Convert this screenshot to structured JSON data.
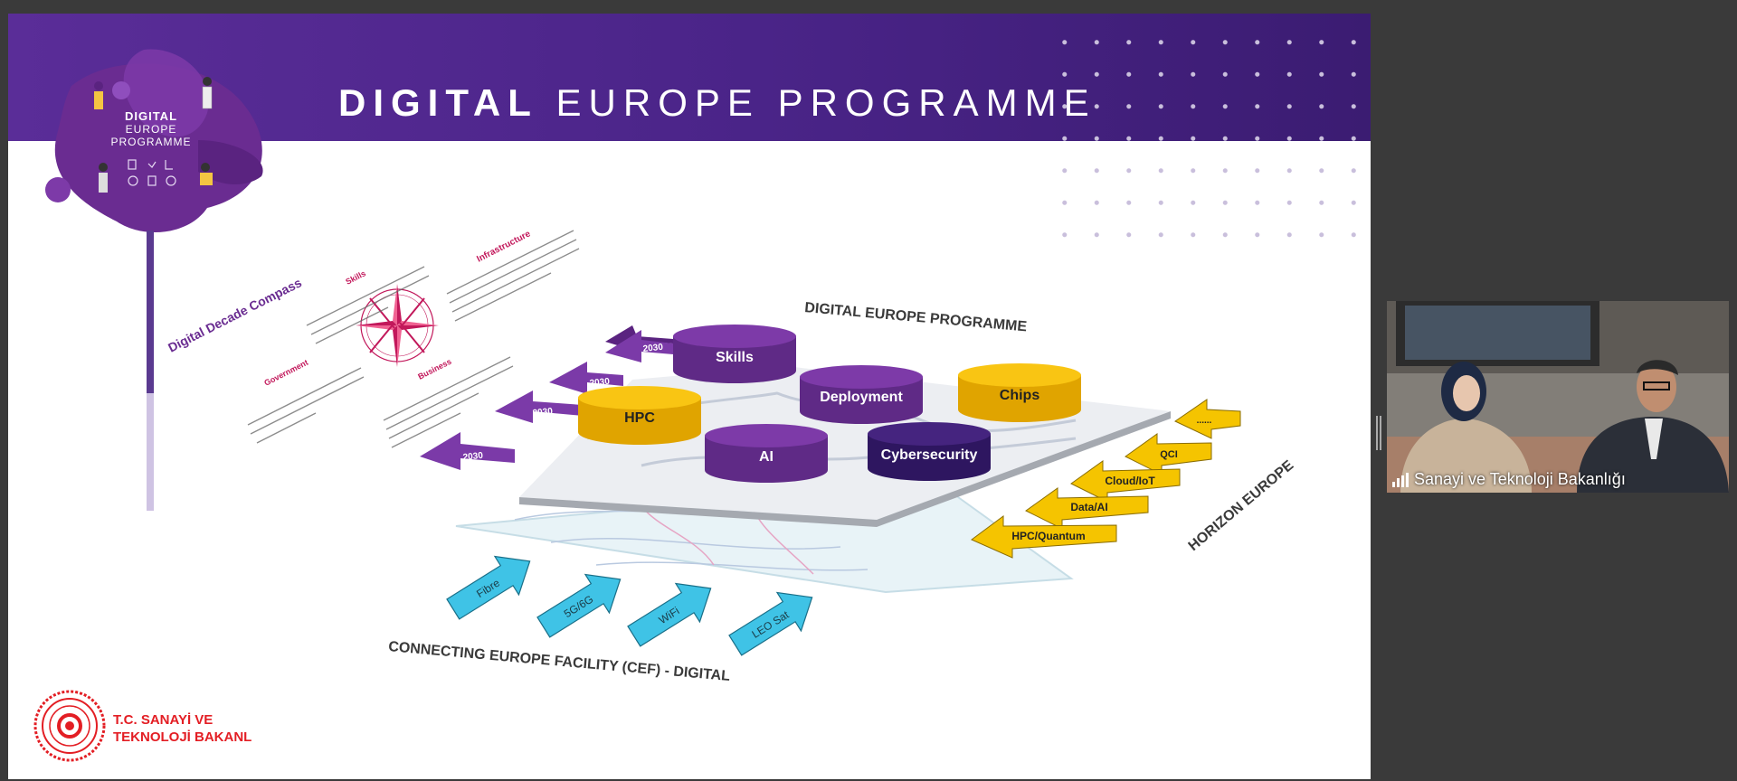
{
  "slide": {
    "title_bold": "DIGITAL",
    "title_light": "EUROPE PROGRAMME",
    "badge": {
      "line1": "DIGITAL",
      "line2": "EUROPE",
      "line3": "PROGRAMME"
    },
    "compass": {
      "title": "Digital Decade Compass",
      "skills_label": "Skills",
      "infrastructure_label": "Infrastructure",
      "government_label": "Government",
      "business_label": "Business"
    },
    "diagram_title": "DIGITAL EUROPE PROGRAMME",
    "pillars": {
      "skills": "Skills",
      "deployment": "Deployment",
      "chips": "Chips",
      "hpc": "HPC",
      "ai": "AI",
      "cybersecurity": "Cybersecurity"
    },
    "target_year_arrows": [
      "2030",
      "2030",
      "2030",
      "2030"
    ],
    "horizon": {
      "label": "HORIZON EUROPE",
      "arrows": [
        "......",
        "QCI",
        "Cloud/IoT",
        "Data/AI",
        "HPC/Quantum"
      ]
    },
    "cef": {
      "label": "CONNECTING EUROPE FACILITY (CEF) - DIGITAL",
      "arrows": [
        "Fibre",
        "5G/6G",
        "WiFi",
        "LEO Sat"
      ]
    },
    "ministry_logo": {
      "line1": "T.C. SANAYİ VE",
      "line2": "TEKNOLOJİ BAKANLIĞI"
    }
  },
  "video": {
    "participant_name": "Sanayi ve Teknoloji Bakanlığı"
  },
  "colors": {
    "banner": "#4a2488",
    "pillar_purple": "#6a2c91",
    "pillar_gold": "#f4b400",
    "pillar_dark": "#3a1d6e",
    "horizon_yellow": "#f5c400",
    "cef_cyan": "#3fc3e6",
    "ministry_red": "#e31e24"
  },
  "icons": [
    "compass-rose-icon",
    "signal-bars-icon",
    "ministry-emblem-icon"
  ]
}
